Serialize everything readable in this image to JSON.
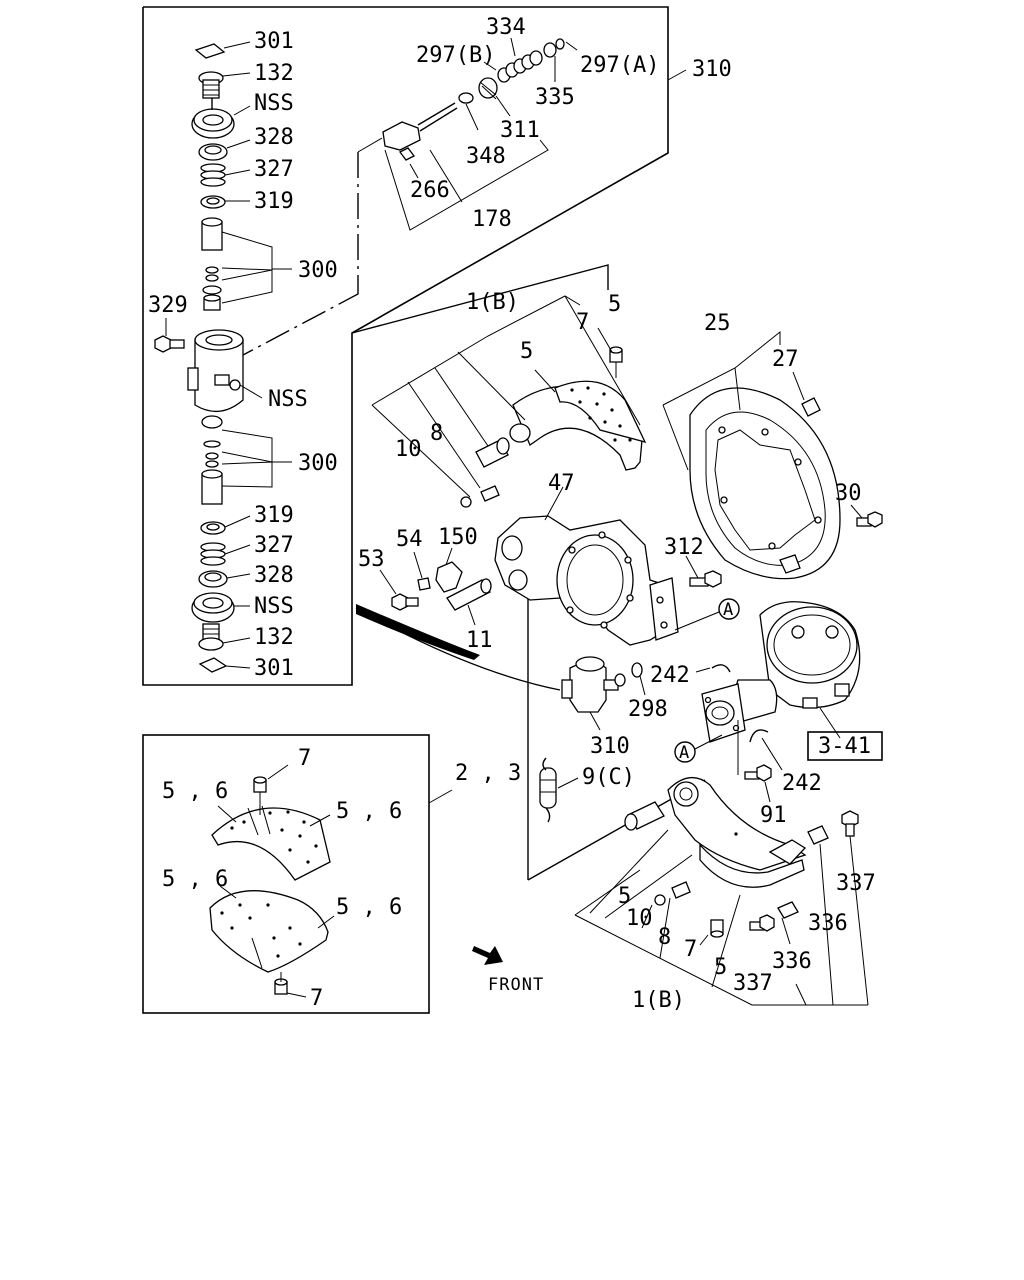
{
  "labels": {
    "l301_top": "301",
    "l132_top": "132",
    "lNSS_top": "NSS",
    "l328_top": "328",
    "l327_top": "327",
    "l319_top": "319",
    "l300_top": "300",
    "l329": "329",
    "lNSS_mid": "NSS",
    "l300_bot": "300",
    "l319_bot": "319",
    "l327_bot": "327",
    "l328_bot": "328",
    "lNSS_bot": "NSS",
    "l132_bot": "132",
    "l301_bot": "301",
    "l334": "334",
    "l297b": "297(B)",
    "l297a": "297(A)",
    "l310_top": "310",
    "l335": "335",
    "l311": "311",
    "l348": "348",
    "l266": "266",
    "l178": "178",
    "l1b_top": "1(B)",
    "l5_a": "5",
    "l7_a": "7",
    "l5_b": "5",
    "l25": "25",
    "l27": "27",
    "l10_a": "10",
    "l8_a": "8",
    "l47": "47",
    "l30": "30",
    "l54": "54",
    "l150": "150",
    "l53": "53",
    "l312": "312",
    "l11": "11",
    "lA_1": "A",
    "l242_a": "242",
    "l298": "298",
    "l310_mid": "310",
    "l341": "3-41",
    "lA_2": "A",
    "l242_b": "242",
    "l7_inset_top": "7",
    "l23": "2 , 3",
    "l9c": "9(C)",
    "l91": "91",
    "l56_a": "5 , 6",
    "l56_b": "5 , 6",
    "l56_c": "5 , 6",
    "l56_d": "5 , 6",
    "l7_inset_bot": "7",
    "l337_a": "337",
    "l336_a": "336",
    "l5_c": "5",
    "l10_b": "10",
    "l8_b": "8",
    "l7_b": "7",
    "l5_d": "5",
    "l336_b": "336",
    "l337_b": "337",
    "l1b_bot": "1(B)",
    "front": "FRONT"
  }
}
